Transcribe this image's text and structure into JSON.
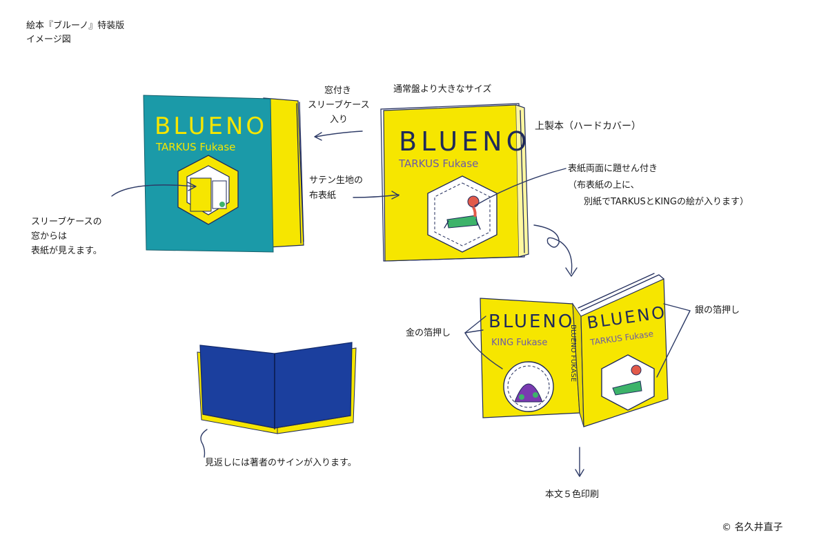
{
  "header": {
    "line1": "絵本『ブルーノ』特装版",
    "line2": "イメージ図"
  },
  "sleeve_caption": {
    "line1": "窓付き",
    "line2": "スリーブケース",
    "line3": "入り"
  },
  "size_note": "通常盤より大きなサイズ",
  "hardcover_note": "上製本（ハードカバー）",
  "cloth_note": {
    "line1": "サテン生地の",
    "line2": "布表紙"
  },
  "label_note": {
    "line1": "表紙両面に題せん付き",
    "line2": "（布表紙の上に、",
    "line3": "別紙でTARKUSとKINGの絵が入ります）"
  },
  "window_note": {
    "line1": "スリーブケースの",
    "line2": "窓からは",
    "line3": "表紙が見えます。"
  },
  "gold_note": "金の箔押し",
  "silver_note": "銀の箔押し",
  "endpaper_note": "見返しには著者のサインが入ります。",
  "print_note": "本文５色印刷",
  "copyright": "© 名久井直子",
  "book_text": {
    "title": "BLUENO",
    "author_tarkus": "TARKUS Fukase",
    "author_king": "KING Fukase",
    "spine": "BLUENO FUKASE"
  },
  "colors": {
    "yellow": "#f6e600",
    "teal": "#1b9aa8",
    "navy": "#1b3f9e"
  }
}
